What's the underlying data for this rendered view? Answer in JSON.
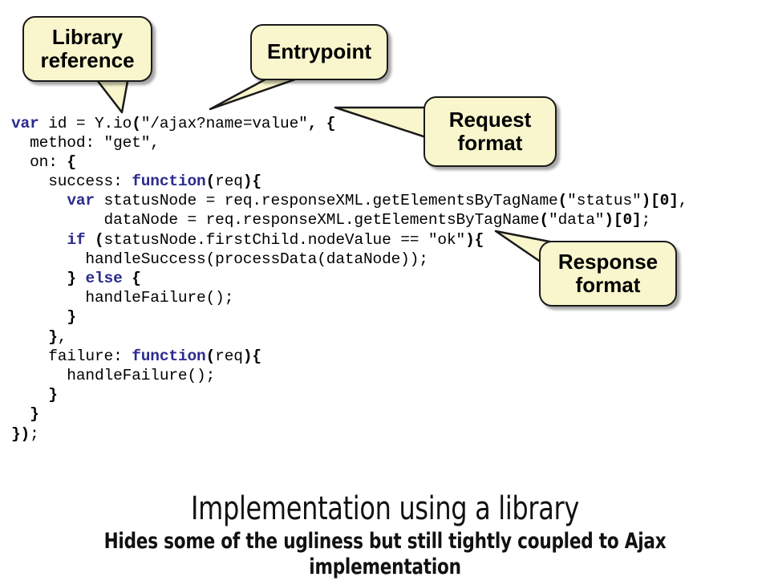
{
  "slide": {
    "background_color": "#ffffff",
    "code": {
      "keyword_color": "#2b2b8f",
      "text_color": "#000000",
      "lines": [
        "var id = Y.io(\"/ajax?name=value\", {",
        "  method: \"get\",",
        "  on: {",
        "    success: function(req){",
        "      var statusNode = req.responseXML.getElementsByTagName(\"status\")[0],",
        "          dataNode = req.responseXML.getElementsByTagName(\"data\")[0];",
        "      if (statusNode.firstChild.nodeValue == \"ok\"){",
        "        handleSuccess(processData(dataNode));",
        "      } else {",
        "        handleFailure();",
        "      }",
        "    },",
        "    failure: function(req){",
        "      handleFailure();",
        "    }",
        "  }",
        "});"
      ]
    },
    "callouts": [
      {
        "id": "library",
        "line1": "Library",
        "line2": "reference"
      },
      {
        "id": "entrypoint",
        "line1": "Entrypoint",
        "line2": ""
      },
      {
        "id": "request",
        "line1": "Request",
        "line2": "format"
      },
      {
        "id": "response",
        "line1": "Response",
        "line2": "format"
      }
    ],
    "callout_fill_color": "#f9f6cd",
    "callout_border_color": "#1a1a1a",
    "caption": {
      "title": "Implementation using a library",
      "subtitle": "Hides some of the ugliness but still tightly coupled to Ajax implementation"
    }
  }
}
